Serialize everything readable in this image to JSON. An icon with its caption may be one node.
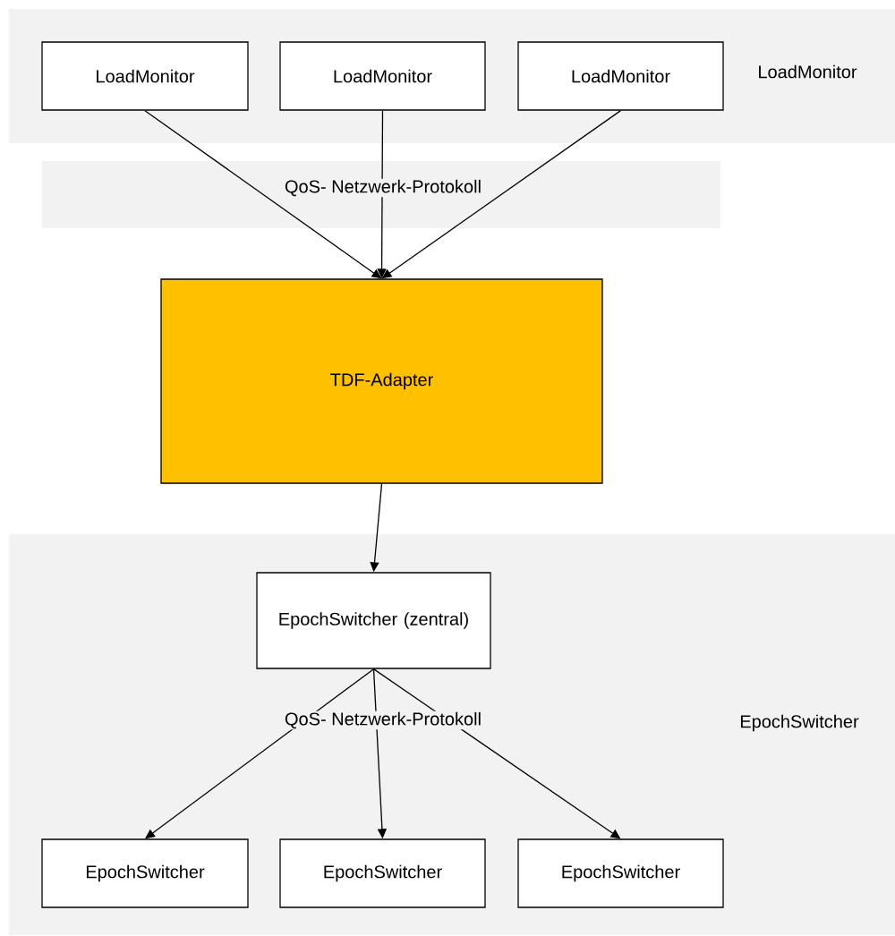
{
  "diagram": {
    "nodes": [
      {
        "text": [
          "LoadMonitor"
        ]
      },
      {
        "text": [
          "LoadMonitor"
        ],
        "in": 0
      },
      {
        "text": [
          "LoadMonitor"
        ],
        "in": 0
      },
      {
        "text": [
          "LoadMonitor"
        ],
        "in": 0
      },
      {
        "text": [
          "TDF-Adapter"
        ]
      },
      {
        "text": [
          "EpochSwitcher"
        ]
      },
      {
        "text": [
          "EpochSwitcher (zentral)"
        ],
        "in": 5
      },
      {
        "text": [
          "EpochSwitcher"
        ],
        "in": 5
      },
      {
        "text": [
          "EpochSwitcher"
        ],
        "in": 5
      },
      {
        "text": [
          "EpochSwitcher"
        ],
        "in": 5
      }
    ],
    "edges": [
      {
        "from": 1,
        "to": 4,
        "arrow": "to"
      },
      {
        "from": 2,
        "to": 4,
        "arrow": "to"
      },
      {
        "from": 3,
        "to": 4,
        "arrow": "to"
      },
      {
        "from": 4,
        "to": 6,
        "arrow": "to"
      },
      {
        "from": 6,
        "to": 7,
        "arrow": "to"
      },
      {
        "from": 6,
        "to": 8,
        "arrow": "to"
      },
      {
        "from": 6,
        "to": 9,
        "arrow": "to"
      }
    ],
    "labels": [
      "QoS- Netzwerk-Protokoll",
      "QoS- Netzwerk-Protokoll"
    ]
  }
}
